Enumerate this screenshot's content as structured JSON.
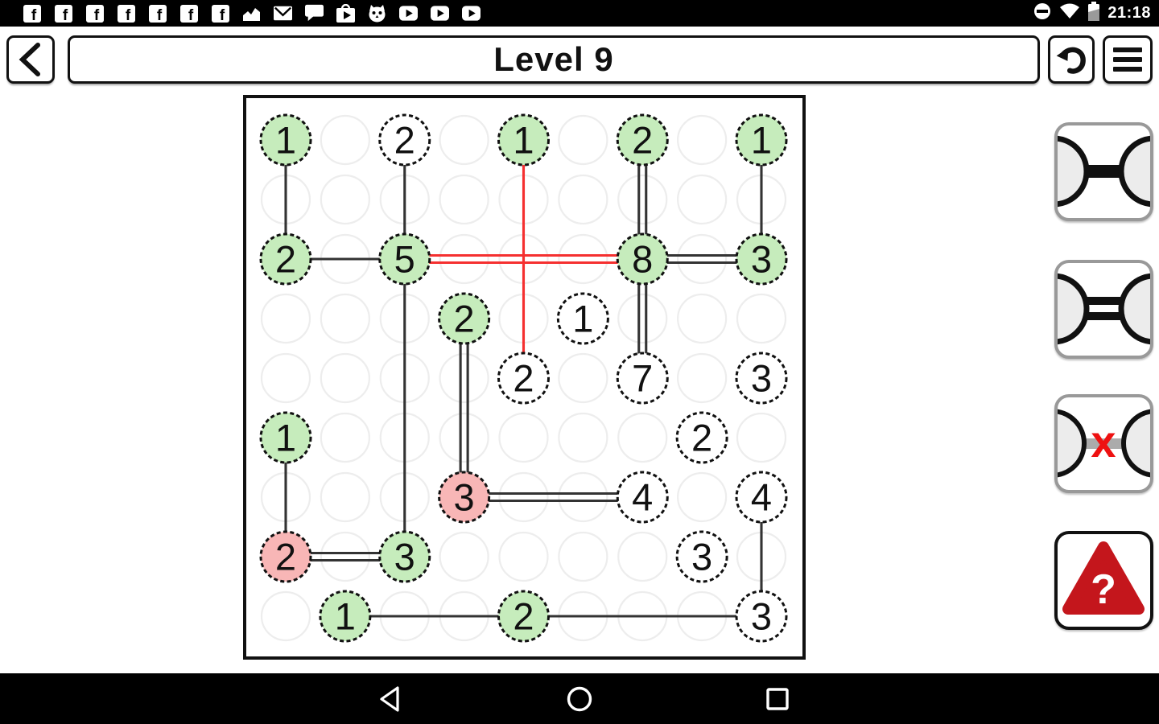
{
  "status_bar": {
    "time": "21:18",
    "left_icons": [
      "facebook",
      "facebook",
      "facebook",
      "facebook",
      "facebook",
      "facebook",
      "facebook",
      "chart",
      "email",
      "chat",
      "play-store",
      "owl",
      "video",
      "video",
      "video"
    ],
    "right_icons": [
      "do-not-disturb",
      "wifi",
      "battery"
    ]
  },
  "title_bar": {
    "title": "Level 9",
    "buttons": [
      "back",
      "undo",
      "menu"
    ]
  },
  "board": {
    "cols": 9,
    "rows": 9,
    "colors": {
      "satisfied_fill": "#c6ecbc",
      "open_fill": "#ffffff",
      "overloaded_fill": "#f8b6b6",
      "node_border": "#111111",
      "empty_border": "#ededed",
      "bridge": "#333333",
      "bridge_error": "#f53030"
    },
    "nodes": [
      {
        "col": 1,
        "row": 1,
        "value": 1,
        "state": "satisfied"
      },
      {
        "col": 3,
        "row": 1,
        "value": 2,
        "state": "open"
      },
      {
        "col": 5,
        "row": 1,
        "value": 1,
        "state": "satisfied"
      },
      {
        "col": 7,
        "row": 1,
        "value": 2,
        "state": "satisfied"
      },
      {
        "col": 9,
        "row": 1,
        "value": 1,
        "state": "satisfied"
      },
      {
        "col": 1,
        "row": 3,
        "value": 2,
        "state": "satisfied"
      },
      {
        "col": 3,
        "row": 3,
        "value": 5,
        "state": "satisfied"
      },
      {
        "col": 7,
        "row": 3,
        "value": 8,
        "state": "satisfied"
      },
      {
        "col": 9,
        "row": 3,
        "value": 3,
        "state": "satisfied"
      },
      {
        "col": 4,
        "row": 4,
        "value": 2,
        "state": "satisfied"
      },
      {
        "col": 6,
        "row": 4,
        "value": 1,
        "state": "open"
      },
      {
        "col": 5,
        "row": 5,
        "value": 2,
        "state": "open"
      },
      {
        "col": 7,
        "row": 5,
        "value": 7,
        "state": "open"
      },
      {
        "col": 9,
        "row": 5,
        "value": 3,
        "state": "open"
      },
      {
        "col": 1,
        "row": 6,
        "value": 1,
        "state": "satisfied"
      },
      {
        "col": 8,
        "row": 6,
        "value": 2,
        "state": "open"
      },
      {
        "col": 4,
        "row": 7,
        "value": 3,
        "state": "overloaded"
      },
      {
        "col": 7,
        "row": 7,
        "value": 4,
        "state": "open"
      },
      {
        "col": 9,
        "row": 7,
        "value": 4,
        "state": "open"
      },
      {
        "col": 1,
        "row": 8,
        "value": 2,
        "state": "overloaded"
      },
      {
        "col": 3,
        "row": 8,
        "value": 3,
        "state": "satisfied"
      },
      {
        "col": 8,
        "row": 8,
        "value": 3,
        "state": "open"
      },
      {
        "col": 2,
        "row": 9,
        "value": 1,
        "state": "satisfied"
      },
      {
        "col": 5,
        "row": 9,
        "value": 2,
        "state": "satisfied"
      },
      {
        "col": 9,
        "row": 9,
        "value": 3,
        "state": "open"
      }
    ],
    "bridges": [
      {
        "from": [
          1,
          1
        ],
        "to": [
          1,
          3
        ],
        "count": 1,
        "error": false
      },
      {
        "from": [
          3,
          1
        ],
        "to": [
          3,
          3
        ],
        "count": 1,
        "error": false
      },
      {
        "from": [
          5,
          1
        ],
        "to": [
          5,
          5
        ],
        "count": 1,
        "error": true
      },
      {
        "from": [
          7,
          1
        ],
        "to": [
          7,
          3
        ],
        "count": 2,
        "error": false
      },
      {
        "from": [
          9,
          1
        ],
        "to": [
          9,
          3
        ],
        "count": 1,
        "error": false
      },
      {
        "from": [
          1,
          3
        ],
        "to": [
          3,
          3
        ],
        "count": 1,
        "error": false
      },
      {
        "from": [
          3,
          3
        ],
        "to": [
          7,
          3
        ],
        "count": 2,
        "error": true
      },
      {
        "from": [
          7,
          3
        ],
        "to": [
          9,
          3
        ],
        "count": 2,
        "error": false
      },
      {
        "from": [
          7,
          3
        ],
        "to": [
          7,
          5
        ],
        "count": 2,
        "error": false
      },
      {
        "from": [
          3,
          3
        ],
        "to": [
          3,
          8
        ],
        "count": 1,
        "error": false
      },
      {
        "from": [
          4,
          4
        ],
        "to": [
          4,
          7
        ],
        "count": 2,
        "error": false
      },
      {
        "from": [
          1,
          6
        ],
        "to": [
          1,
          8
        ],
        "count": 1,
        "error": false
      },
      {
        "from": [
          4,
          7
        ],
        "to": [
          7,
          7
        ],
        "count": 2,
        "error": false
      },
      {
        "from": [
          9,
          7
        ],
        "to": [
          9,
          9
        ],
        "count": 1,
        "error": false
      },
      {
        "from": [
          1,
          8
        ],
        "to": [
          3,
          8
        ],
        "count": 2,
        "error": false
      },
      {
        "from": [
          2,
          9
        ],
        "to": [
          5,
          9
        ],
        "count": 1,
        "error": false
      },
      {
        "from": [
          5,
          9
        ],
        "to": [
          9,
          9
        ],
        "count": 1,
        "error": false
      }
    ]
  },
  "toolbar": {
    "buttons": [
      {
        "name": "single-bridge",
        "icon": "single-bridge-icon"
      },
      {
        "name": "double-bridge",
        "icon": "double-bridge-icon"
      },
      {
        "name": "no-bridge",
        "icon": "no-bridge-icon"
      },
      {
        "name": "hint",
        "icon": "warning-question-icon"
      }
    ],
    "accent_red": "#c4161c",
    "x_red": "#ee1111"
  },
  "nav_bar": {
    "buttons": [
      "back",
      "home",
      "recents"
    ]
  }
}
